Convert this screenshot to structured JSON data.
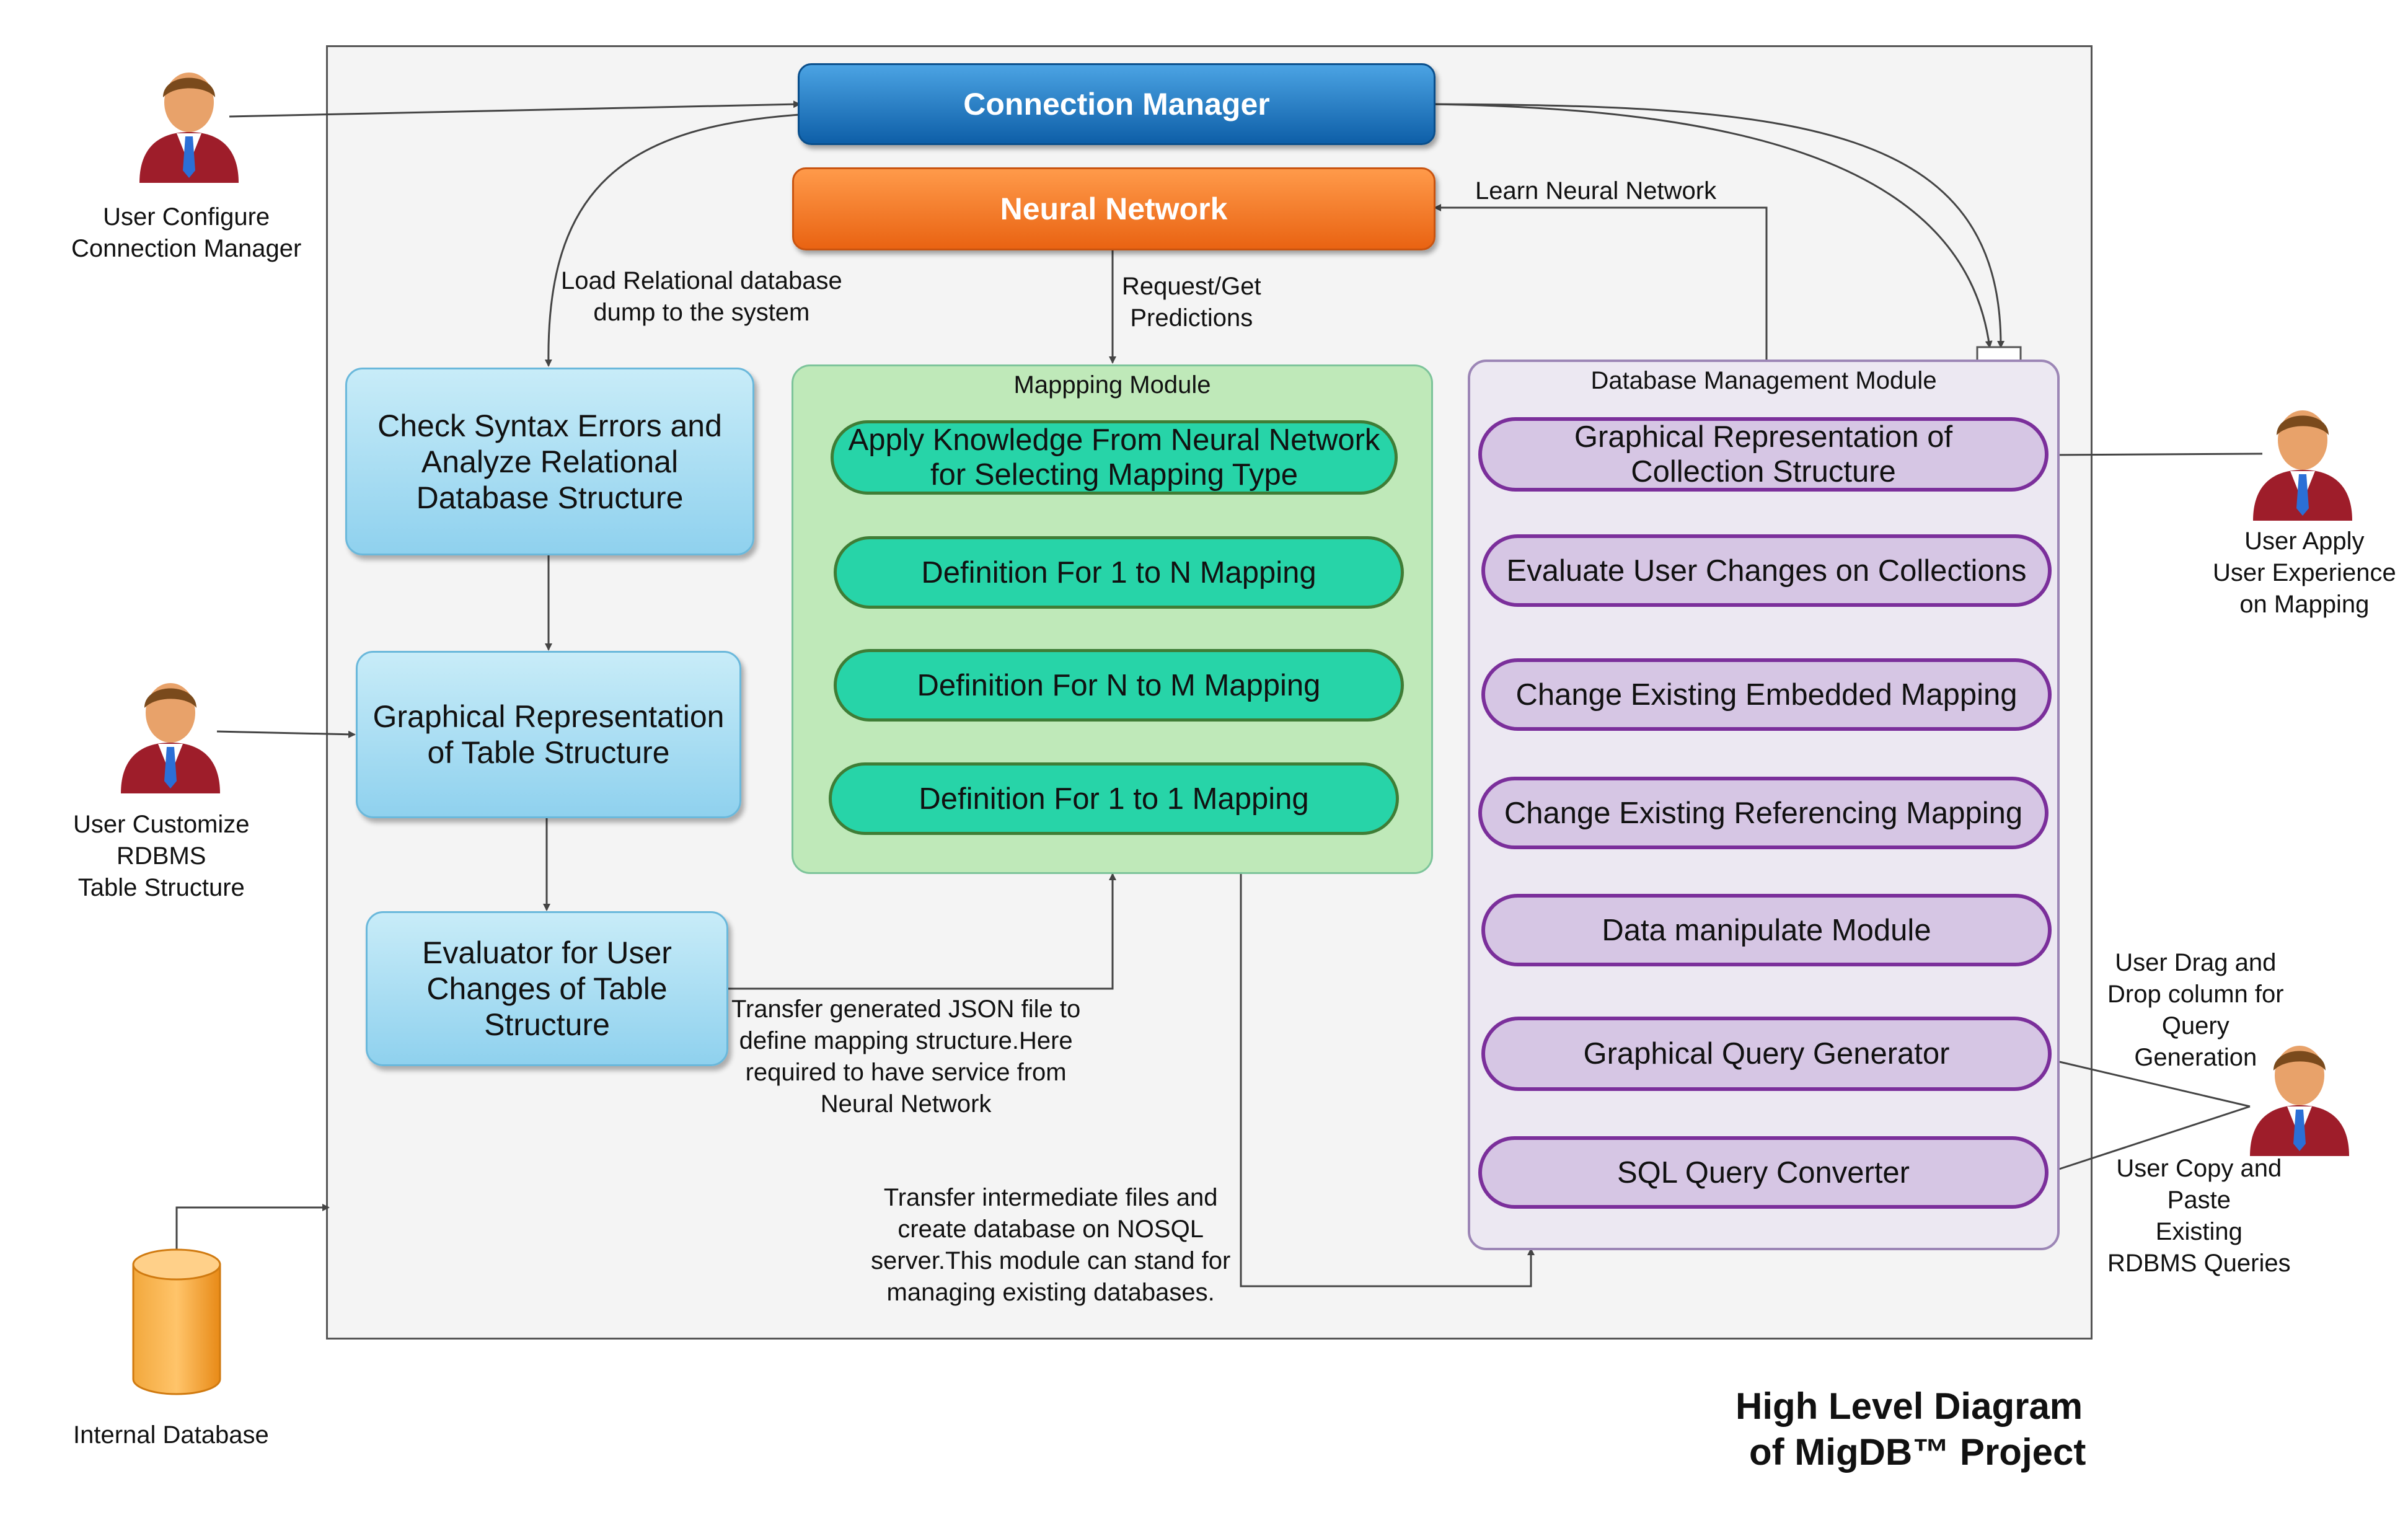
{
  "bars": {
    "connection_manager": "Connection Manager",
    "neural_network": "Neural Network"
  },
  "left_boxes": {
    "check_syntax": "Check Syntax Errors and Analyze Relational Database Structure",
    "graphical_table": "Graphical Representation of Table Structure",
    "evaluator": "Evaluator for User Changes of Table Structure"
  },
  "mapping_module": {
    "title": "Mappping Module",
    "items": [
      "Apply Knowledge From Neural Network for Selecting Mapping Type",
      "Definition For 1 to N Mapping",
      "Definition For N to M Mapping",
      "Definition For 1 to 1 Mapping"
    ]
  },
  "db_module": {
    "title": "Database Management Module",
    "items": [
      "Graphical Representation of Collection Structure",
      "Evaluate User Changes on Collections",
      "Change Existing Embedded Mapping",
      "Change Existing Referencing Mapping",
      "Data manipulate Module",
      "Graphical Query Generator",
      "SQL Query Converter"
    ]
  },
  "labels": {
    "load_relational": "Load Relational database\ndump to the system",
    "request_predictions": "Request/Get\nPredictions",
    "learn_nn": "Learn Neural Network",
    "transfer_json": "Transfer generated JSON file to\ndefine mapping structure.Here\nrequired to have service from\nNeural Network",
    "transfer_intermediate": "Transfer intermediate files and\ncreate database on NOSQL\nserver.This module can stand for\nmanaging existing databases."
  },
  "actors": {
    "user_configure": "User Configure\nConnection Manager",
    "user_customize": "User Customize\nRDBMS\nTable Structure",
    "user_apply": "User Apply\nUser Experience\non Mapping",
    "user_drag": "User Drag and\nDrop column for\nQuery\nGeneration",
    "user_copy": "User Copy and\nPaste\nExisting\nRDBMS Queries",
    "internal_db": "Internal Database"
  },
  "title": {
    "line1": "High Level Diagram",
    "line2": "of MigDB™ Project"
  }
}
